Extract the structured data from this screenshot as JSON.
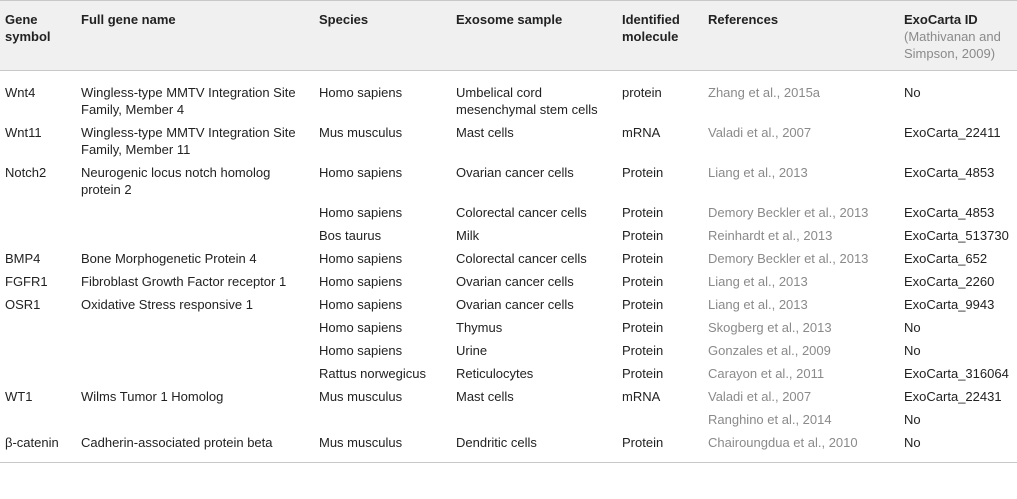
{
  "headers": {
    "gene_symbol": "Gene symbol",
    "full_gene_name": "Full gene name",
    "species": "Species",
    "exosome_sample": "Exosome sample",
    "identified_molecule": "Identified molecule",
    "references": "References",
    "exocarta_id": "ExoCarta ID",
    "exocarta_cite": "(Mathivanan and Simpson, 2009)"
  },
  "rows": [
    {
      "gene": "Wnt4",
      "name": "Wingless-type MMTV Integration Site Family, Member 4",
      "species": "Homo sapiens",
      "sample": "Umbelical cord mesenchymal stem cells",
      "molecule": "protein",
      "ref": "Zhang et al., 2015a",
      "id": "No"
    },
    {
      "gene": "Wnt11",
      "name": "Wingless-type MMTV Integration Site Family, Member 11",
      "species": "Mus musculus",
      "sample": "Mast cells",
      "molecule": "mRNA",
      "ref": "Valadi et al., 2007",
      "id": "ExoCarta_22411"
    },
    {
      "gene": "Notch2",
      "name": "Neurogenic locus notch homolog protein 2",
      "species": "Homo sapiens",
      "sample": "Ovarian cancer cells",
      "molecule": "Protein",
      "ref": "Liang et al., 2013",
      "id": "ExoCarta_4853"
    },
    {
      "gene": "",
      "name": "",
      "species": "Homo sapiens",
      "sample": "Colorectal cancer cells",
      "molecule": "Protein",
      "ref": "Demory Beckler et al., 2013",
      "id": "ExoCarta_4853"
    },
    {
      "gene": "",
      "name": "",
      "species": "Bos taurus",
      "sample": "Milk",
      "molecule": "Protein",
      "ref": "Reinhardt et al., 2013",
      "id": "ExoCarta_513730"
    },
    {
      "gene": "BMP4",
      "name": "Bone Morphogenetic Protein 4",
      "species": "Homo sapiens",
      "sample": "Colorectal cancer cells",
      "molecule": "Protein",
      "ref": "Demory Beckler et al., 2013",
      "id": "ExoCarta_652"
    },
    {
      "gene": "FGFR1",
      "name": "Fibroblast Growth Factor receptor 1",
      "species": "Homo sapiens",
      "sample": "Ovarian cancer cells",
      "molecule": "Protein",
      "ref": "Liang et al., 2013",
      "id": "ExoCarta_2260"
    },
    {
      "gene": "OSR1",
      "name": "Oxidative Stress responsive 1",
      "species": "Homo sapiens",
      "sample": "Ovarian cancer cells",
      "molecule": "Protein",
      "ref": "Liang et al., 2013",
      "id": "ExoCarta_9943"
    },
    {
      "gene": "",
      "name": "",
      "species": "Homo sapiens",
      "sample": "Thymus",
      "molecule": "Protein",
      "ref": "Skogberg et al., 2013",
      "id": "No"
    },
    {
      "gene": "",
      "name": "",
      "species": "Homo sapiens",
      "sample": "Urine",
      "molecule": "Protein",
      "ref": "Gonzales et al., 2009",
      "id": "No"
    },
    {
      "gene": "",
      "name": "",
      "species": "Rattus norwegicus",
      "sample": "Reticulocytes",
      "molecule": "Protein",
      "ref": "Carayon et al., 2011",
      "id": "ExoCarta_316064"
    },
    {
      "gene": "WT1",
      "name": "Wilms Tumor 1 Homolog",
      "species": "Mus musculus",
      "sample": "Mast cells",
      "molecule": "mRNA",
      "ref": "Valadi et al., 2007",
      "id": "ExoCarta_22431"
    },
    {
      "gene": "",
      "name": "",
      "species": "",
      "sample": "",
      "molecule": "",
      "ref": "Ranghino et al., 2014",
      "id": "No"
    },
    {
      "gene": "β-catenin",
      "name": "Cadherin-associated protein beta",
      "species": "Mus musculus",
      "sample": "Dendritic cells",
      "molecule": "Protein",
      "ref": "Chairoungdua et al., 2010",
      "id": "No"
    }
  ]
}
